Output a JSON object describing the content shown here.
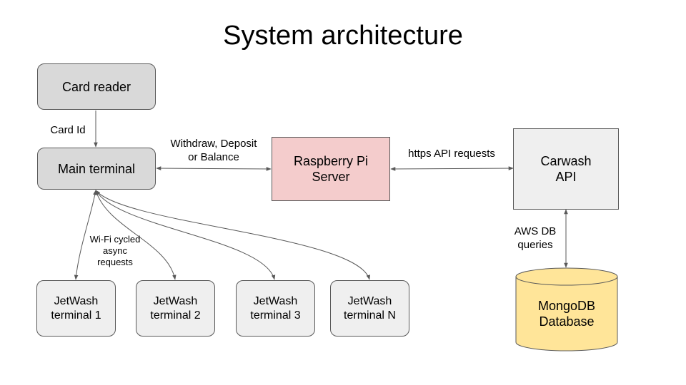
{
  "title": "System architecture",
  "nodes": {
    "card_reader": "Card reader",
    "main_terminal": "Main terminal",
    "raspberry_pi": "Raspberry Pi\nServer",
    "carwash_api": "Carwash\nAPI",
    "database": "MongoDB\nDatabase",
    "terminals": [
      "JetWash\nterminal 1",
      "JetWash\nterminal 2",
      "JetWash\nterminal 3",
      "JetWash\nterminal N"
    ]
  },
  "edge_labels": {
    "card_id": "Card Id",
    "withdraw": "Withdraw, Deposit\nor Balance",
    "https": "https API requests",
    "aws": "AWS DB\nqueries",
    "wifi": "Wi-Fi cycled\nasync\nrequests"
  },
  "colors": {
    "gray_box": "#d9d9d9",
    "light_box": "#efefef",
    "server_box": "#f4cccc",
    "database": "#ffe599",
    "border": "#595959",
    "arrow": "#595959"
  }
}
